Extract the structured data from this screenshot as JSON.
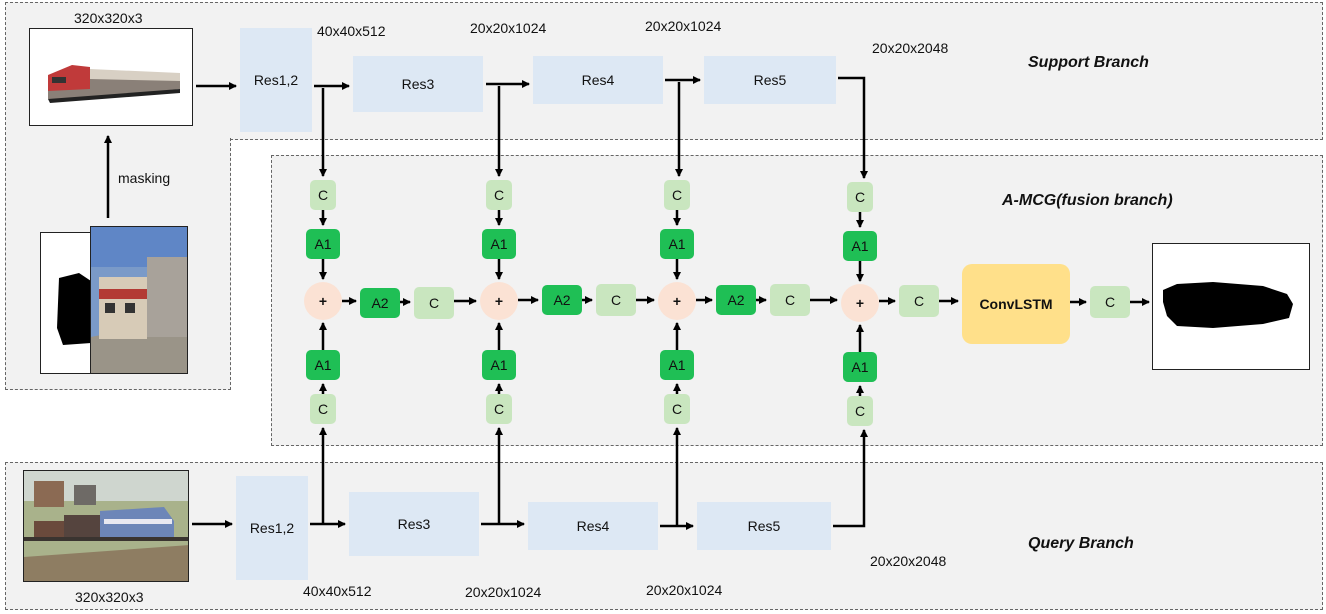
{
  "labels": {
    "support_branch": "Support Branch",
    "fusion_branch": "A-MCG(fusion branch)",
    "query_branch": "Query Branch",
    "masking": "masking"
  },
  "support": {
    "input_size": "320x320x3",
    "res12": "Res1,2",
    "res3": "Res3",
    "res4": "Res4",
    "res5": "Res5",
    "size_res12": "40x40x512",
    "size_res3": "20x20x1024",
    "size_res4": "20x20x1024",
    "size_res5": "20x20x2048"
  },
  "query": {
    "input_size": "320x320x3",
    "res12": "Res1,2",
    "res3": "Res3",
    "res4": "Res4",
    "res5": "Res5",
    "size_res12": "40x40x512",
    "size_res3": "20x20x1024",
    "size_res4": "20x20x1024",
    "size_res5": "20x20x2048"
  },
  "fusion": {
    "c": "C",
    "a1": "A1",
    "a2": "A2",
    "plus": "+",
    "convlstm": "ConvLSTM"
  }
}
